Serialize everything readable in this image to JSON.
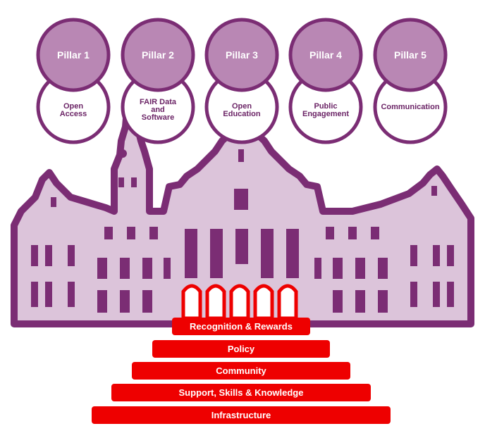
{
  "colors": {
    "purple_dark": "#7b2d74",
    "purple_light": "#b987b4",
    "building_fill": "#dcc4da",
    "red": "#ee0000",
    "white": "#ffffff"
  },
  "pillars": [
    {
      "title": "Pillar 1",
      "lines": [
        "Open",
        "Access"
      ]
    },
    {
      "title": "Pillar 2",
      "lines": [
        "FAIR Data",
        "and",
        "Software"
      ]
    },
    {
      "title": "Pillar 3",
      "lines": [
        "Open",
        "Education"
      ]
    },
    {
      "title": "Pillar 4",
      "lines": [
        "Public",
        "Engagement"
      ]
    },
    {
      "title": "Pillar 5",
      "lines": [
        "Communication"
      ]
    }
  ],
  "steps": [
    {
      "label": "Recognition & Rewards"
    },
    {
      "label": "Policy"
    },
    {
      "label": "Community"
    },
    {
      "label": "Support, Skills & Knowledge"
    },
    {
      "label": "Infrastructure"
    }
  ]
}
